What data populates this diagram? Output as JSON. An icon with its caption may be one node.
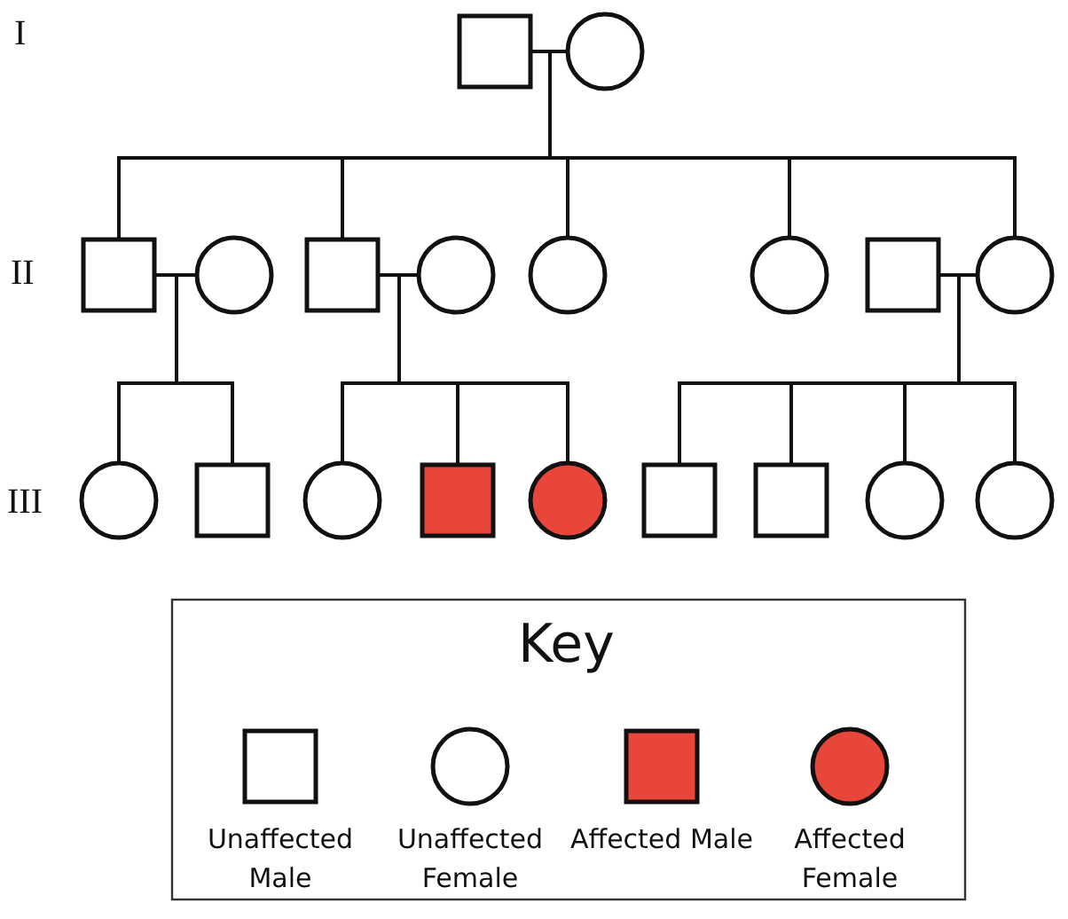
{
  "diagram": {
    "nodes": [
      {
        "text": [],
        "shape": "box"
      },
      {
        "text": [],
        "shape": "circle"
      },
      {
        "text": [],
        "shape": "box"
      },
      {
        "text": [],
        "shape": "circle"
      },
      {
        "text": [],
        "shape": "box"
      },
      {
        "text": [],
        "shape": "circle"
      },
      {
        "text": [],
        "shape": "circle"
      },
      {
        "text": [],
        "shape": "circle"
      },
      {
        "text": [],
        "shape": "box"
      },
      {
        "text": [],
        "shape": "circle"
      },
      {
        "text": [],
        "shape": "circle"
      },
      {
        "text": [],
        "shape": "box"
      },
      {
        "text": [],
        "shape": "circle"
      },
      {
        "text": [],
        "shape": "box"
      },
      {
        "text": [],
        "shape": "circle"
      },
      {
        "text": [],
        "shape": "box"
      },
      {
        "text": [],
        "shape": "box"
      },
      {
        "text": [],
        "shape": "circle"
      },
      {
        "text": [],
        "shape": "circle"
      }
    ],
    "edges": [
      {
        "from": 0,
        "to": 1,
        "arrow": "none"
      },
      {
        "from": 0,
        "to": 2,
        "arrow": "none"
      },
      {
        "from": 1,
        "to": 2,
        "arrow": "none"
      },
      {
        "from": 0,
        "to": 4,
        "arrow": "none"
      },
      {
        "from": 1,
        "to": 4,
        "arrow": "none"
      },
      {
        "from": 0,
        "to": 6,
        "arrow": "none"
      },
      {
        "from": 1,
        "to": 6,
        "arrow": "none"
      },
      {
        "from": 0,
        "to": 7,
        "arrow": "none"
      },
      {
        "from": 1,
        "to": 7,
        "arrow": "none"
      },
      {
        "from": 0,
        "to": 9,
        "arrow": "none"
      },
      {
        "from": 1,
        "to": 9,
        "arrow": "none"
      },
      {
        "from": 2,
        "to": 3,
        "arrow": "none"
      },
      {
        "from": 4,
        "to": 5,
        "arrow": "none"
      },
      {
        "from": 8,
        "to": 9,
        "arrow": "none"
      },
      {
        "from": 2,
        "to": 10,
        "arrow": "none"
      },
      {
        "from": 3,
        "to": 10,
        "arrow": "none"
      },
      {
        "from": 2,
        "to": 11,
        "arrow": "none"
      },
      {
        "from": 3,
        "to": 11,
        "arrow": "none"
      },
      {
        "from": 4,
        "to": 12,
        "arrow": "none"
      },
      {
        "from": 5,
        "to": 12,
        "arrow": "none"
      },
      {
        "from": 4,
        "to": 13,
        "arrow": "none"
      },
      {
        "from": 5,
        "to": 13,
        "arrow": "none"
      },
      {
        "from": 4,
        "to": 14,
        "arrow": "none"
      },
      {
        "from": 5,
        "to": 14,
        "arrow": "none"
      },
      {
        "from": 8,
        "to": 15,
        "arrow": "none"
      },
      {
        "from": 9,
        "to": 15,
        "arrow": "none"
      },
      {
        "from": 8,
        "to": 16,
        "arrow": "none"
      },
      {
        "from": 9,
        "to": 16,
        "arrow": "none"
      },
      {
        "from": 8,
        "to": 17,
        "arrow": "none"
      },
      {
        "from": 9,
        "to": 17,
        "arrow": "none"
      },
      {
        "from": 8,
        "to": 18,
        "arrow": "none"
      },
      {
        "from": 9,
        "to": 18,
        "arrow": "none"
      }
    ],
    "labels": [
      "I",
      "II",
      "III",
      "Key"
    ],
    "legend": [
      {
        "text": "Unaffected Male",
        "color": "#ffffff"
      },
      {
        "text": "Unaffected Female",
        "color": "#ffffff"
      },
      {
        "text": "Affected Male",
        "color": "#e8463a"
      },
      {
        "text": "Affected Female",
        "color": "#e8463a"
      }
    ]
  }
}
